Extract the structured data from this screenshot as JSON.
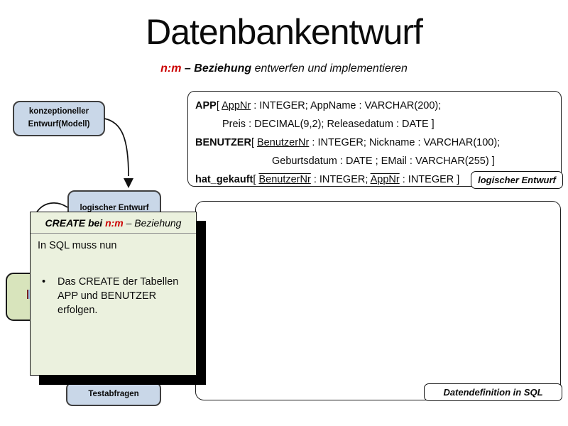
{
  "title": "Datenbankentwurf",
  "subtitle": {
    "accent": "n:m",
    "bold": " – Beziehung",
    "rest": " entwerfen und implementieren"
  },
  "flowchart": {
    "box1_line1": "konzeptioneller",
    "box1_line2": "Entwurf(Modell)",
    "box2": "logischer Entwurf",
    "box3": "Testabfragen"
  },
  "schema": {
    "lines": [
      {
        "segs": [
          {
            "t": "APP"
          },
          {
            "t": "[ "
          },
          {
            "t": "AppNr"
          },
          {
            "t": " : INTEGER; AppName : VARCHAR(200);"
          }
        ]
      },
      {
        "segs": [
          {
            "t": "Preis : DECIMAL(9,2); Releasedatum : DATE ]"
          }
        ]
      },
      {
        "segs": [
          {
            "t": "BENUTZER"
          },
          {
            "t": "[ "
          },
          {
            "t": "BenutzerNr"
          },
          {
            "t": " : INTEGER; Nickname : VARCHAR(100);"
          }
        ]
      },
      {
        "segs": [
          {
            "t": "Geburtsdatum : DATE ; EMail : VARCHAR(255) ]"
          }
        ]
      },
      {
        "segs": [
          {
            "t": "hat_gekauft"
          },
          {
            "t": "[ "
          },
          {
            "t": "BenutzerNr"
          },
          {
            "t": " : INTEGER; "
          },
          {
            "t": "AppNr"
          },
          {
            "t": " : INTEGER ]"
          }
        ]
      }
    ],
    "corner_label": "logischer Entwurf"
  },
  "sql_area": {
    "corner_label": "Datendefinition in SQL"
  },
  "popup": {
    "title": {
      "bold": "CREATE bei ",
      "accent": "n:m",
      "rest": " – Beziehung"
    },
    "intro": "In SQL muss nun",
    "bullet_char": "•",
    "bullets": [
      "Das CREATE der Tabellen APP und BENUTZER erfolgen."
    ]
  },
  "colors": {
    "accent_red": "#cc0000",
    "flow_box_blue": "#c9d7e8",
    "popup_green": "#ebf1de",
    "side_box_green": "#d8e4bc",
    "shadow_black": "#000000"
  }
}
